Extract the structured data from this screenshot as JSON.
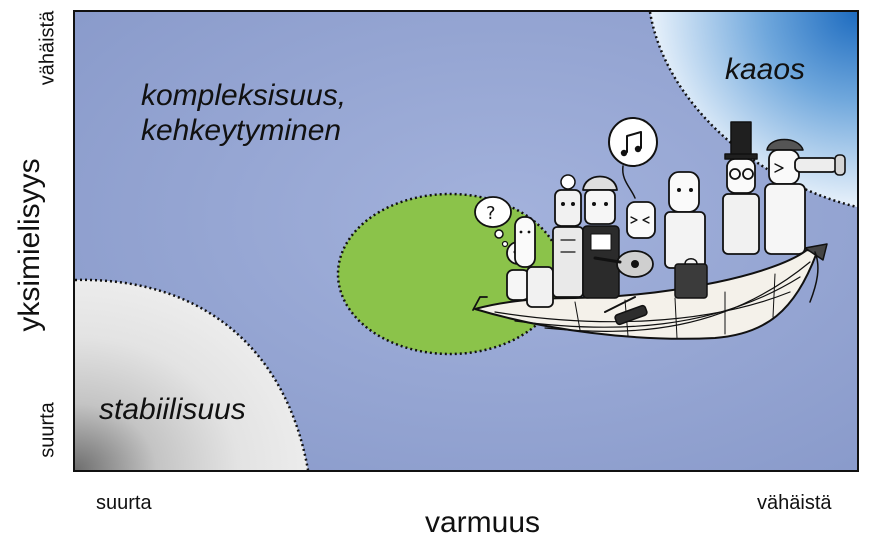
{
  "diagram": {
    "zones": {
      "complexity": [
        "kompleksisuus,",
        "kehkeytyminen"
      ],
      "chaos": "kaaos",
      "stability": "stabiilisuus"
    },
    "x_axis": {
      "title": "varmuus",
      "low_end": "suurta",
      "high_end": "vähäistä"
    },
    "y_axis": {
      "title": "yksimielisyys",
      "low_end": "suurta",
      "high_end": "vähäistä"
    },
    "colors": {
      "background": "#8f9fcc",
      "complexity_zone": "#8bc34a",
      "chaos_zone": "#2f7fc8",
      "stability_zone": "#e6e6e6"
    },
    "illustration": "people-in-boat"
  }
}
